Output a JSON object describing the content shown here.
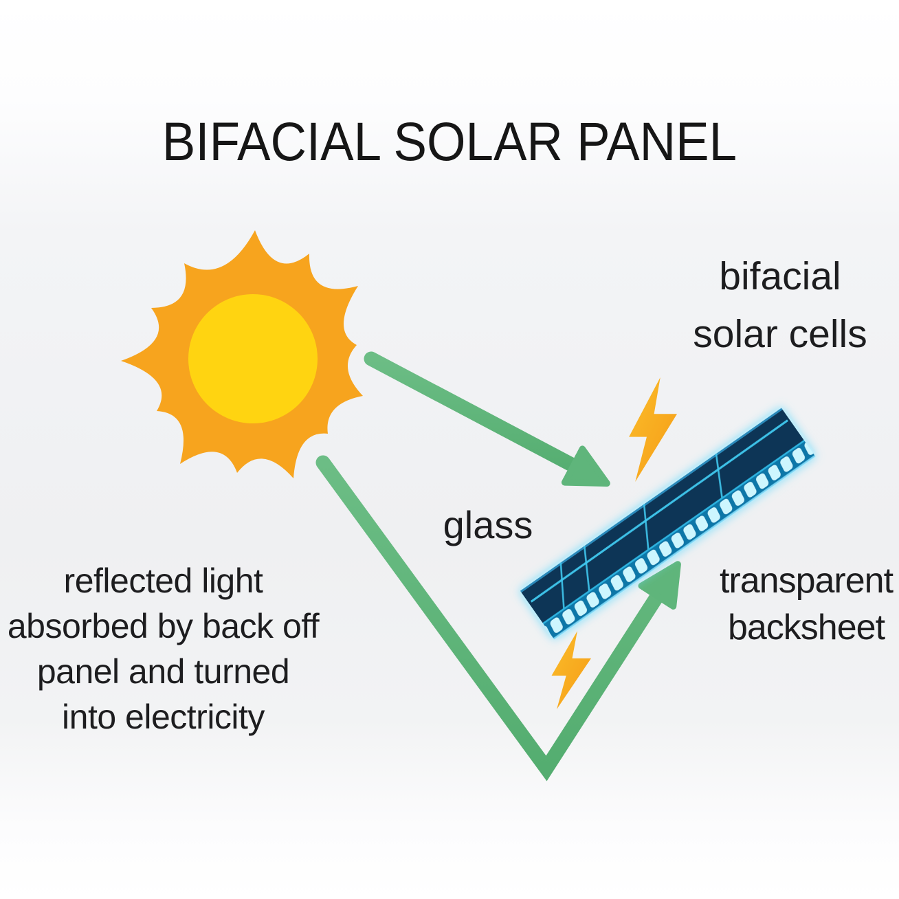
{
  "title": "BIFACIAL SOLAR PANEL",
  "labels": {
    "bifacial_cells": {
      "lines": [
        "bifacial",
        "solar cells"
      ]
    },
    "glass": "glass",
    "backsheet": {
      "lines": [
        "transparent",
        "backsheet"
      ]
    },
    "reflected_note": {
      "lines": [
        "reflected light",
        "absorbed by back off",
        "panel and turned",
        "into electricity"
      ]
    }
  },
  "icons": {
    "sun": "sun-icon",
    "lightning_top": "lightning-bolt-icon",
    "lightning_bottom": "lightning-bolt-icon",
    "arrow_direct": "direct-sunlight-arrow",
    "arrow_reflected": "reflected-light-arrow",
    "panel": "bifacial-solar-panel"
  },
  "colors": {
    "background": "#f1f2f4",
    "text": "#1d1d1f",
    "arrow_green": "#5fb57b",
    "sun_ring_orange": "#f7a41e",
    "sun_core_yellow": "#ffd411",
    "bolt_orange_dark": "#f59c17",
    "bolt_orange_light": "#fbbd2a",
    "panel_navy": "#0d3456",
    "panel_strip_blue": "#0f77a8",
    "panel_line_cyan": "#40c8f0",
    "panel_cell_light": "#cdf6fe"
  }
}
